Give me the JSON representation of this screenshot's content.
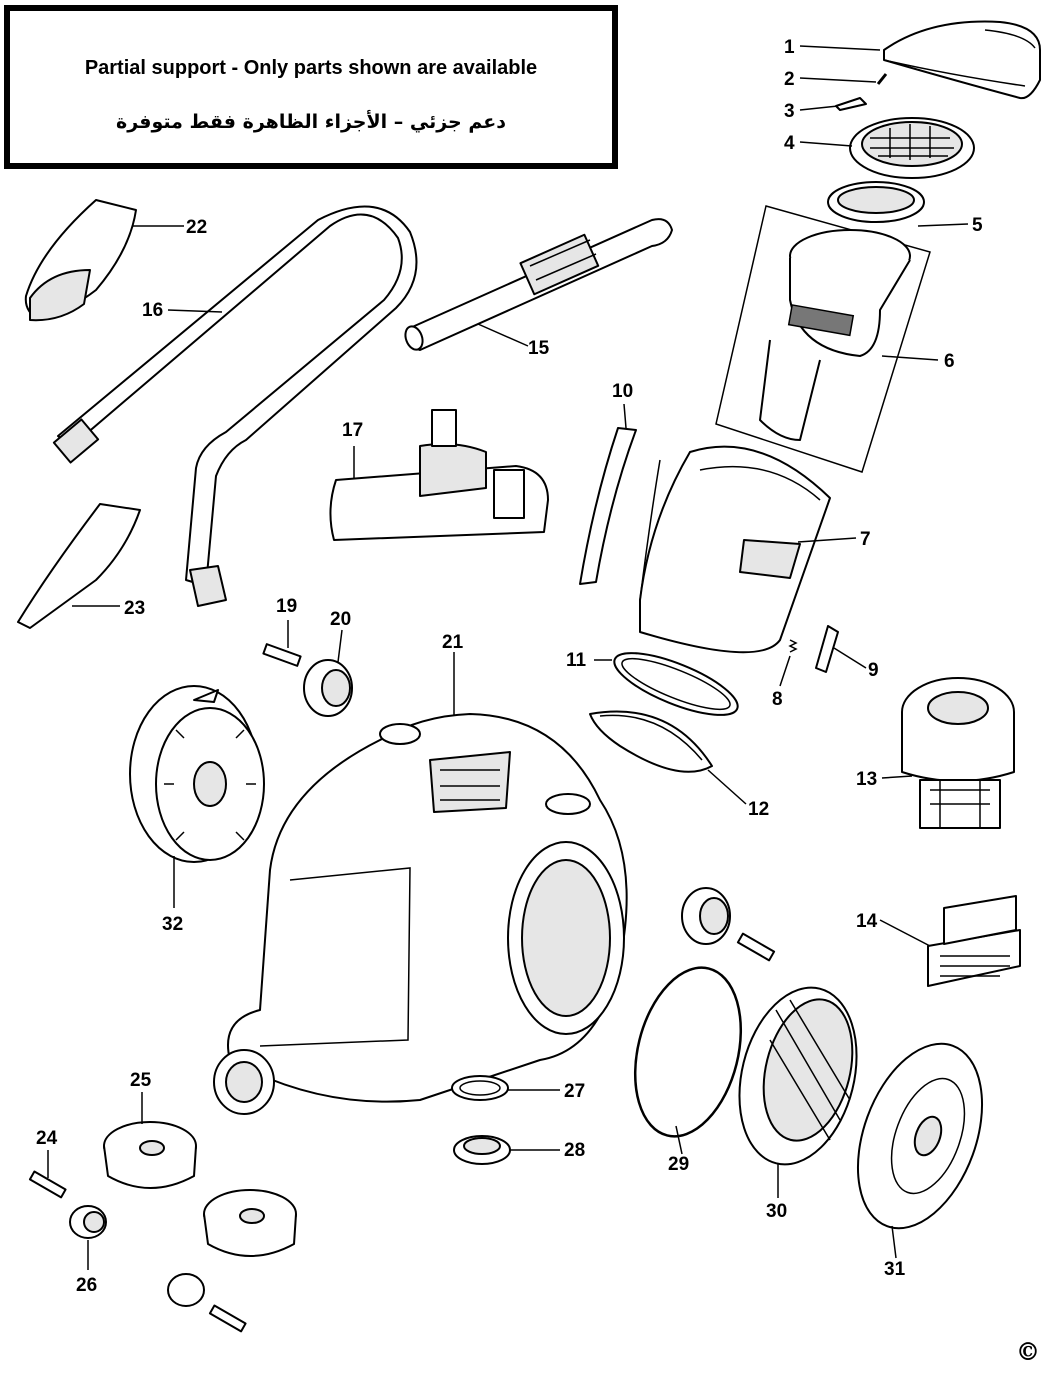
{
  "notice": {
    "english": "Partial support - Only parts shown are available",
    "arabic": "دعم جزئي – الأجزاء الظاهرة فقط متوفرة"
  },
  "parts": [
    {
      "id": "p1",
      "number": "1"
    },
    {
      "id": "p2",
      "number": "2"
    },
    {
      "id": "p3",
      "number": "3"
    },
    {
      "id": "p4",
      "number": "4"
    },
    {
      "id": "p5",
      "number": "5"
    },
    {
      "id": "p6",
      "number": "6"
    },
    {
      "id": "p7",
      "number": "7"
    },
    {
      "id": "p8",
      "number": "8"
    },
    {
      "id": "p9",
      "number": "9"
    },
    {
      "id": "p10",
      "number": "10"
    },
    {
      "id": "p11",
      "number": "11"
    },
    {
      "id": "p12",
      "number": "12"
    },
    {
      "id": "p13",
      "number": "13"
    },
    {
      "id": "p14",
      "number": "14"
    },
    {
      "id": "p15",
      "number": "15"
    },
    {
      "id": "p16",
      "number": "16"
    },
    {
      "id": "p17",
      "number": "17"
    },
    {
      "id": "p19",
      "number": "19"
    },
    {
      "id": "p20",
      "number": "20"
    },
    {
      "id": "p21",
      "number": "21"
    },
    {
      "id": "p22",
      "number": "22"
    },
    {
      "id": "p23",
      "number": "23"
    },
    {
      "id": "p24",
      "number": "24"
    },
    {
      "id": "p25",
      "number": "25"
    },
    {
      "id": "p26",
      "number": "26"
    },
    {
      "id": "p27",
      "number": "27"
    },
    {
      "id": "p28",
      "number": "28"
    },
    {
      "id": "p29",
      "number": "29"
    },
    {
      "id": "p30",
      "number": "30"
    },
    {
      "id": "p31",
      "number": "31"
    },
    {
      "id": "p32",
      "number": "32"
    }
  ],
  "copyright": "©"
}
